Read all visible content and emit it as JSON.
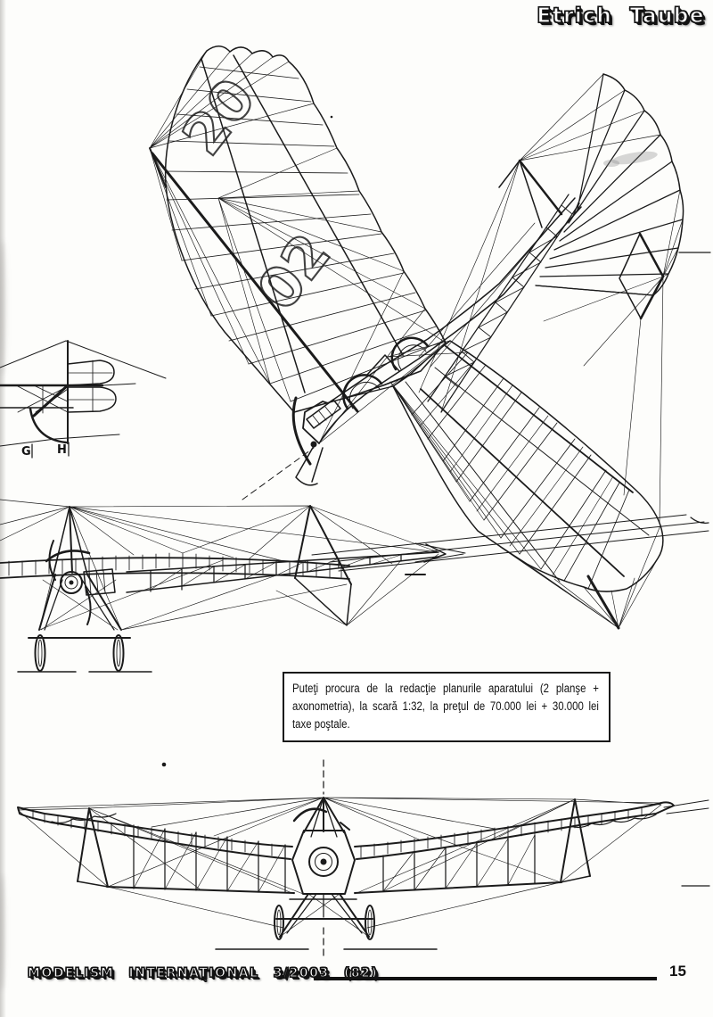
{
  "header": {
    "title": "Etrich Taube"
  },
  "axonometric_view": {
    "wing_marking_top": "20",
    "wing_marking_bottom": "02"
  },
  "tail_detail": {
    "label_g": "G",
    "label_h": "H"
  },
  "order_box": {
    "lines": [
      "Puteţi procura de la redacţie planurile aparatului (2 planşe +",
      "axonometria), la scară 1:32, la preţul de 70.000 lei + 30.000 lei",
      "taxe poştale."
    ]
  },
  "footer": {
    "magazine": "MODELISM INTERNAŢIONAL 3/2003 (82)",
    "page_number": "15"
  },
  "colors": {
    "ink": "#1b1b1b",
    "paper": "#fdfdfb"
  }
}
